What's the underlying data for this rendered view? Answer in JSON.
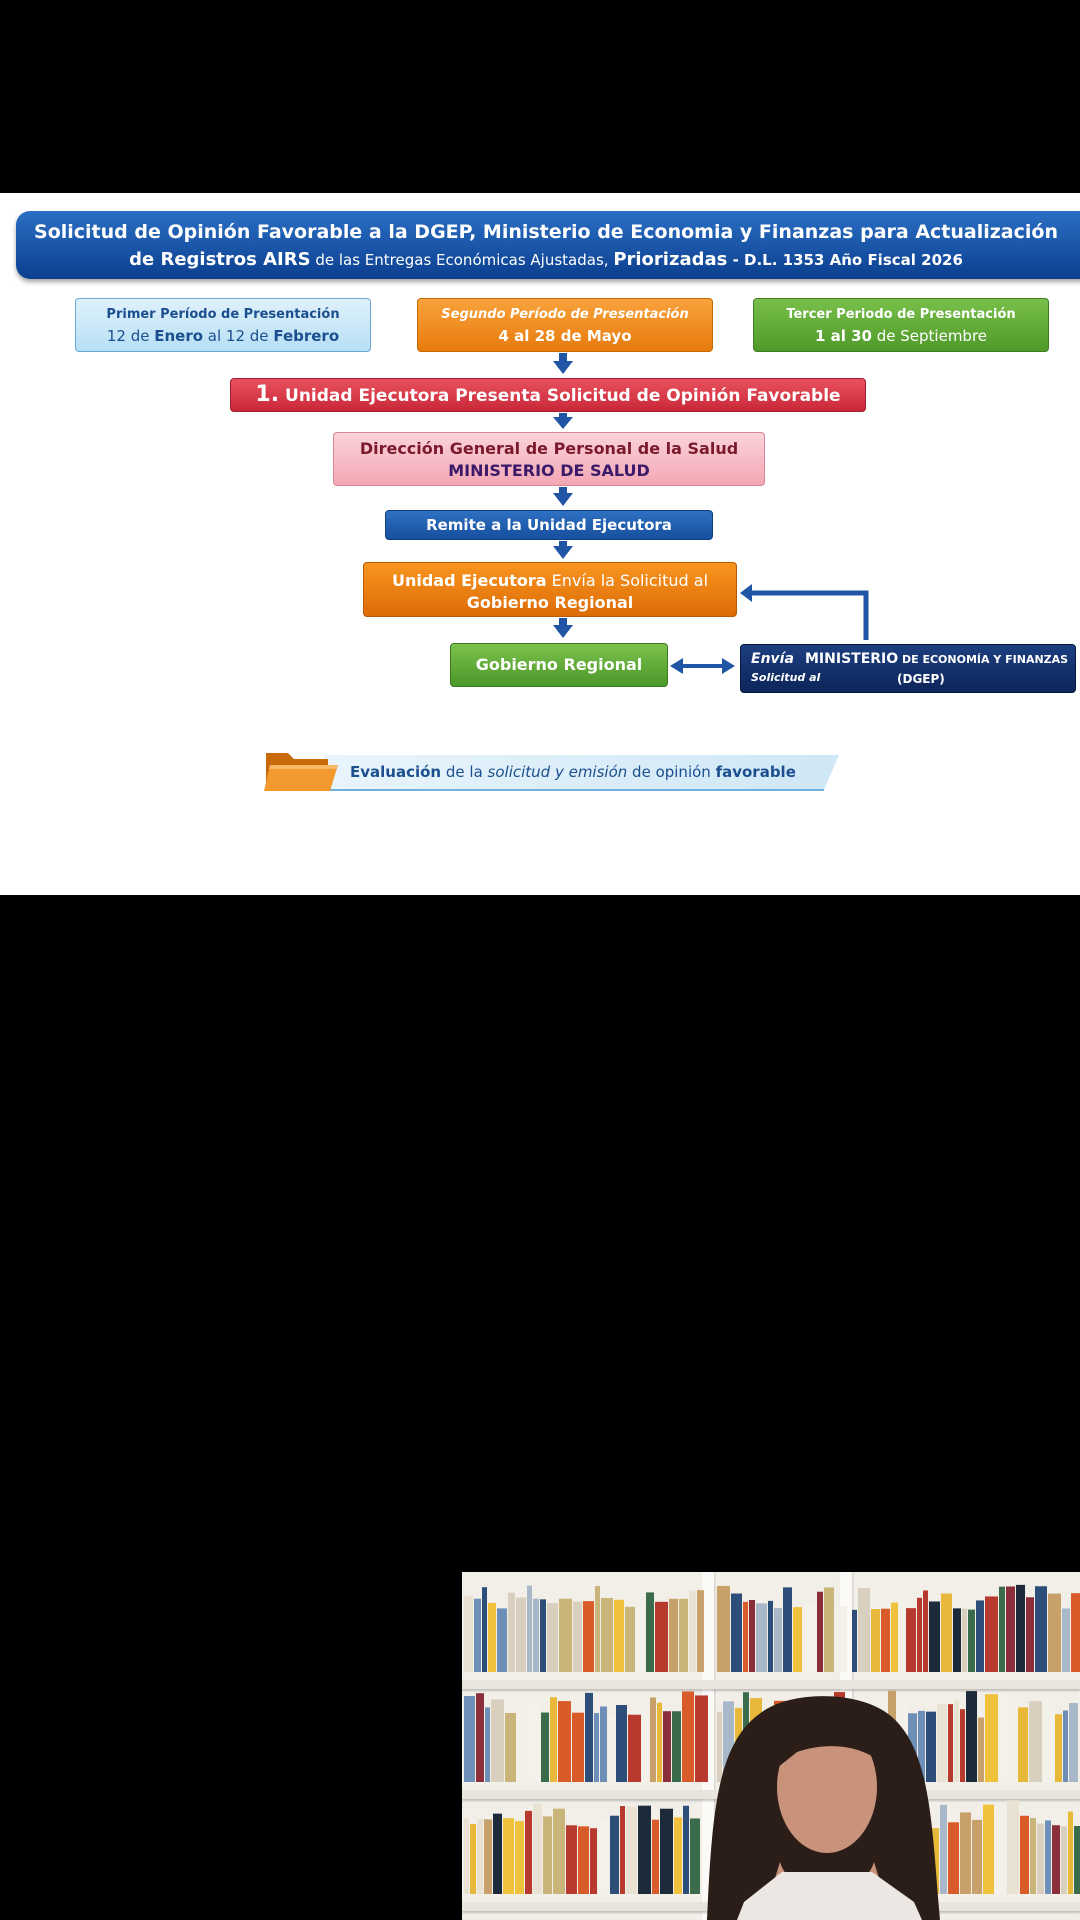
{
  "banner": {
    "line1_parts": [
      "Solicitud de Opinión Favorable a la DGEP, Ministerio de Economia y Finanzas para Actualización"
    ],
    "line2_a": "de Registros AIRS",
    "line2_b": " de las Entregas Económicas Ajustadas, ",
    "line2_c": "Priorizadas",
    "line2_d": " - D.L. 1353 ",
    "line2_e": "Año Fiscal 2026"
  },
  "periods": [
    {
      "title": "Primer Período de Presentación",
      "dates_a": "12 de ",
      "dates_b": "Enero",
      "dates_c": " al 12 de ",
      "dates_d": "Febrero"
    },
    {
      "title": "Segundo Período de Presentación",
      "dates": "4 al 28 de Mayo"
    },
    {
      "title": "Tercer Periodo de Presentación",
      "dates_a": "1 al 30",
      "dates_b": " de Septiembre"
    }
  ],
  "step1": {
    "number": "1.",
    "label": "Unidad Ejecutora Presenta Solicitud de Opinión Favorable"
  },
  "dgps": {
    "line1": "Dirección General de Personal de la Salud",
    "line2": "MINISTERIO DE SALUD"
  },
  "remite": "Remite a la Unidad Ejecutora",
  "ue": {
    "line1_a": "Unidad Ejecutora",
    "line1_b": " Envía la Solicitud al",
    "line2": "Gobierno Regional"
  },
  "gobierno": "Gobierno Regional",
  "mef": {
    "envia": "Envía",
    "solicitud": "Solicitud al",
    "ministerio": "MINISTERIO",
    "economia": " DE ECONOMÍA Y FINANZAS",
    "dgep": "(DGEP)"
  },
  "evaluacion": {
    "a": "Evaluación",
    "b": " de la ",
    "c": "solicitud y emisión",
    "d": " de opinión ",
    "e": "favorable"
  },
  "colors": {
    "banner": "#0c3f8f",
    "arrow": "#1f55a4",
    "red": "#c82838",
    "orange": "#e77b0c",
    "green": "#4f9a2a"
  },
  "icons": [
    "folder-icon",
    "arrow-down-icon",
    "double-arrow-icon"
  ]
}
